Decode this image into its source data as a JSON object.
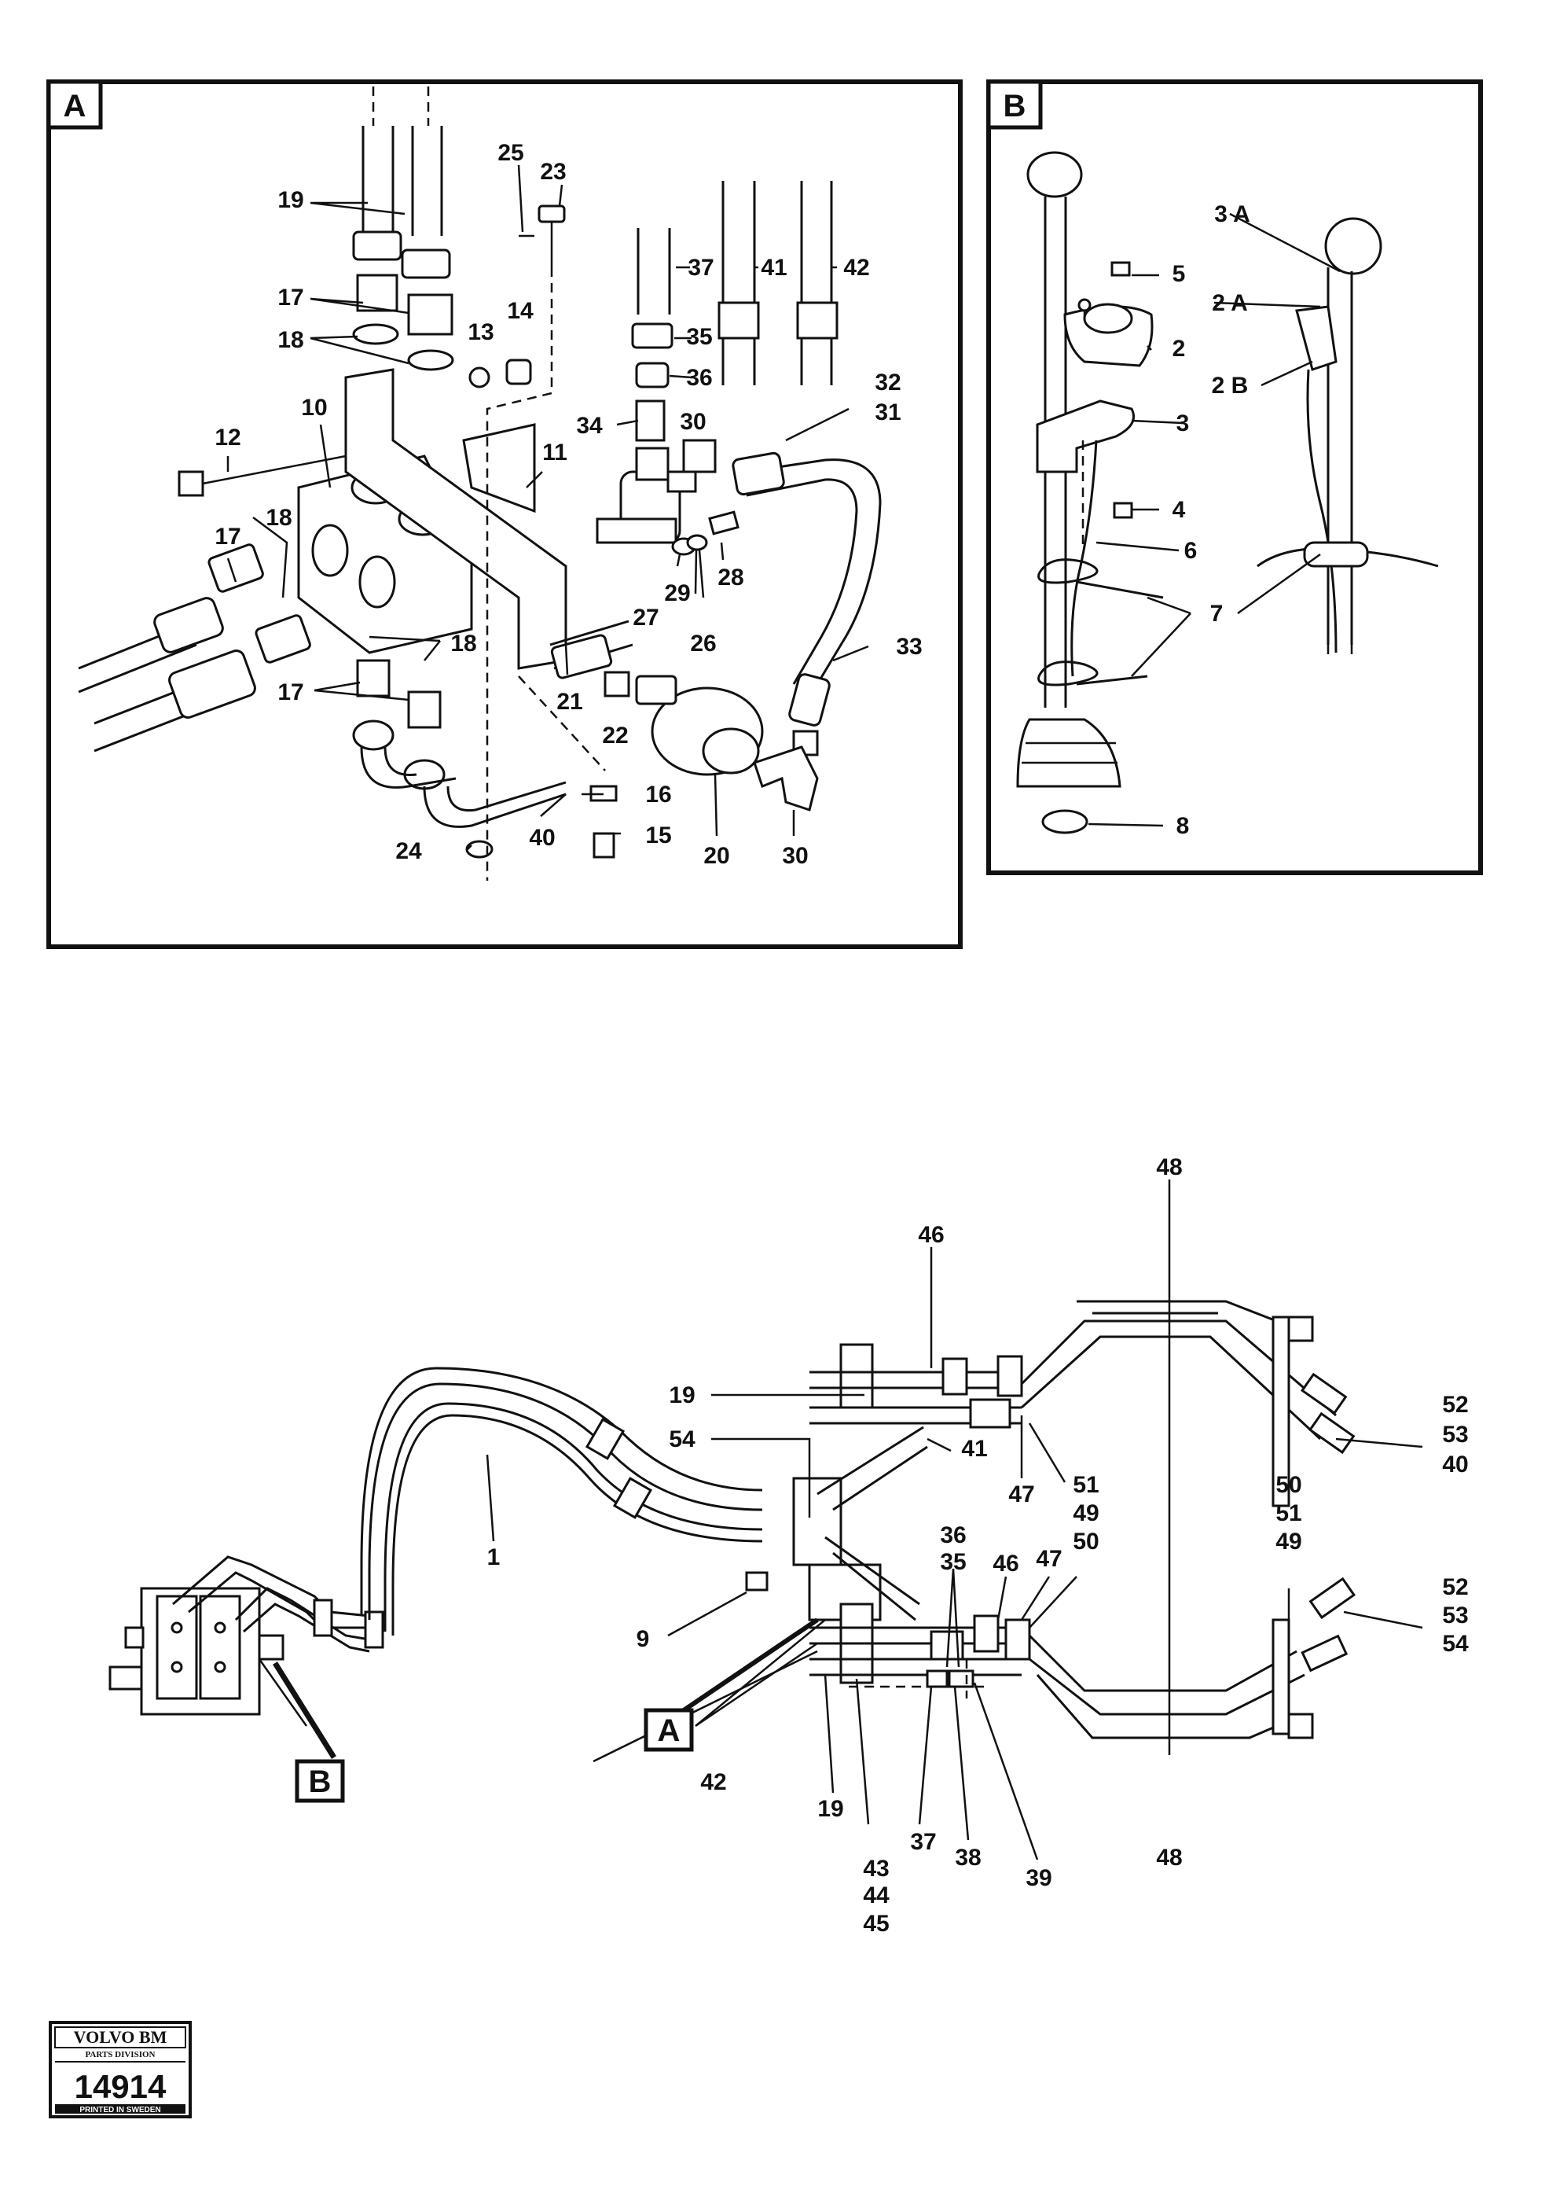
{
  "panels": {
    "a": {
      "letter": "A"
    },
    "b": {
      "letter": "B"
    }
  },
  "callouts": {
    "panel_a": [
      "19",
      "25",
      "23",
      "37",
      "41",
      "42",
      "17",
      "35",
      "18",
      "13",
      "14",
      "36",
      "32",
      "31",
      "12",
      "10",
      "34",
      "30",
      "11",
      "17",
      "18",
      "28",
      "29",
      "27",
      "26",
      "18",
      "33",
      "17",
      "21",
      "22",
      "16",
      "24",
      "40",
      "15",
      "20",
      "30"
    ],
    "panel_b": [
      "3 A",
      "5",
      "2 A",
      "2",
      "2 B",
      "3",
      "4",
      "6",
      "7",
      "8"
    ],
    "main": [
      "48",
      "46",
      "19",
      "52",
      "53",
      "54",
      "41",
      "40",
      "47",
      "51",
      "50",
      "49",
      "51",
      "50",
      "49",
      "1",
      "36",
      "35",
      "46",
      "47",
      "52",
      "53",
      "54",
      "9",
      "42",
      "19",
      "37",
      "38",
      "39",
      "48",
      "43",
      "44",
      "45"
    ],
    "refs": [
      "A",
      "B"
    ]
  },
  "logo": {
    "brand": "VOLVO BM",
    "division": "PARTS DIVISION",
    "number": "14914",
    "printed": "PRINTED IN SWEDEN"
  }
}
